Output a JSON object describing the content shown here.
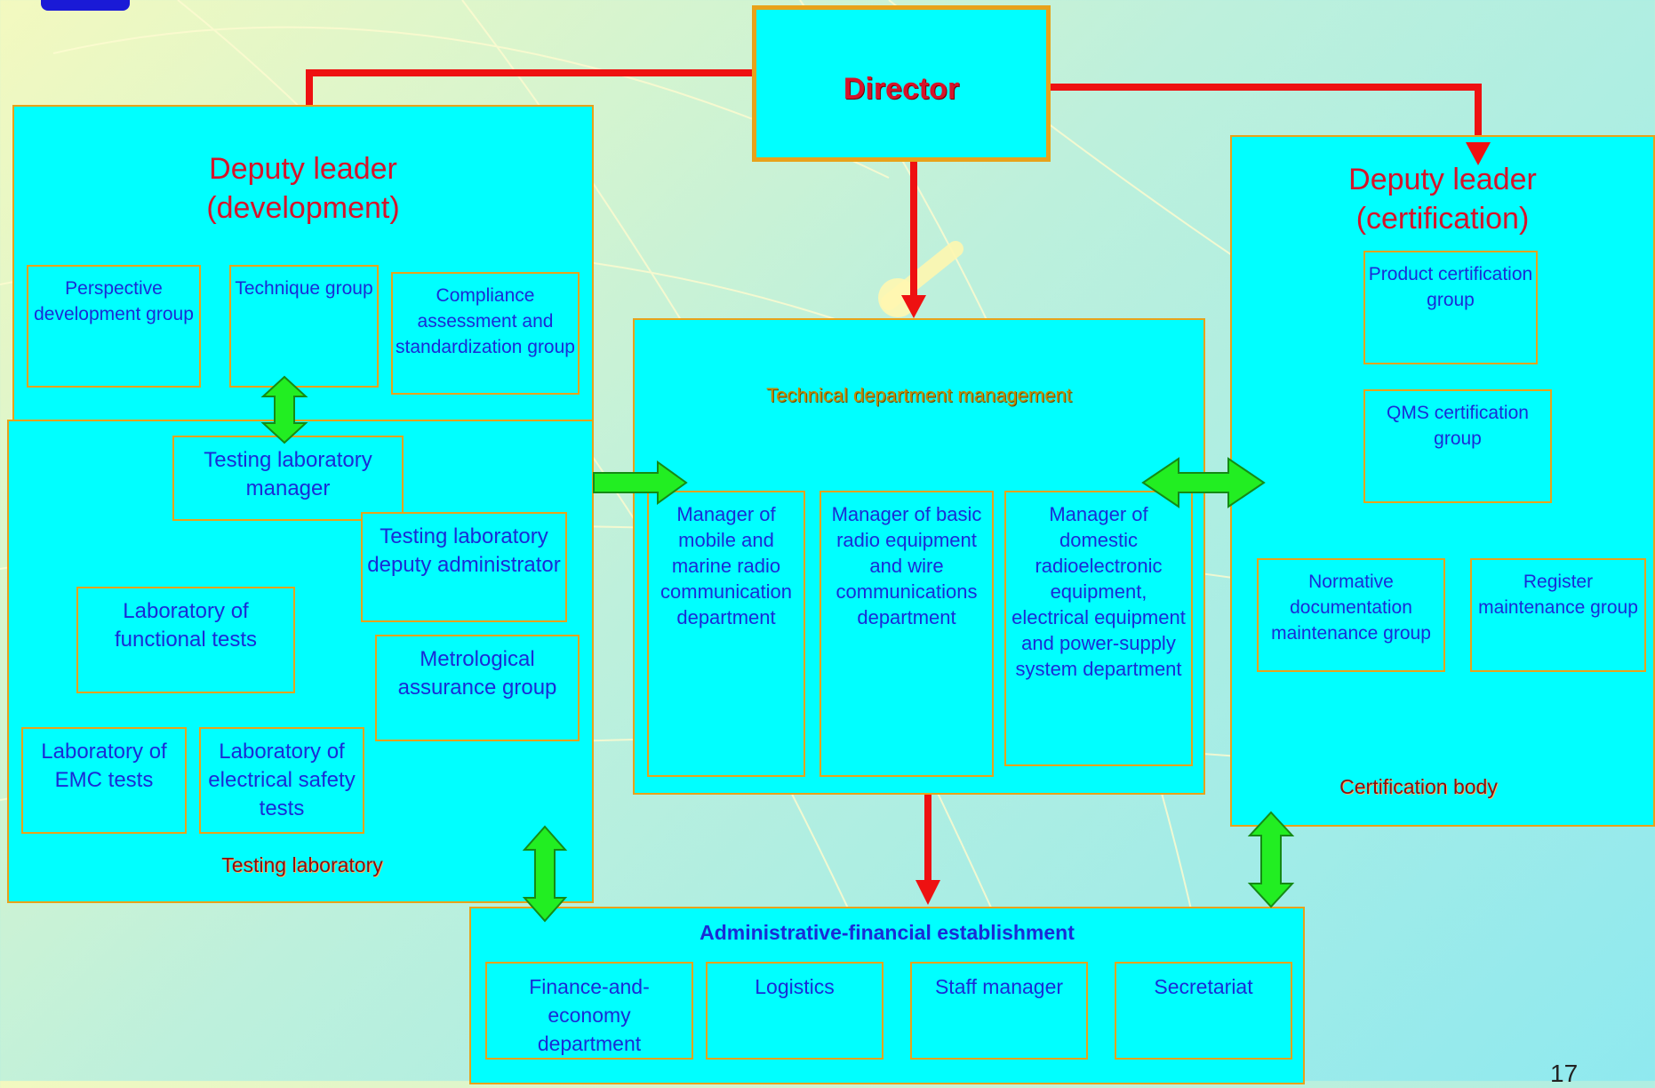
{
  "director": "Director",
  "dev": {
    "title_line1": "Deputy leader",
    "title_line2": "(development)",
    "perspective": "Perspective development group",
    "technique": "Technique group",
    "compliance": "Compliance assessment and standardization group"
  },
  "lab": {
    "manager": "Testing laboratory manager",
    "deputy": "Testing laboratory deputy administrator",
    "functional": "Laboratory of functional tests",
    "metrological": "Metrological assurance group",
    "emc": "Laboratory of EMC tests",
    "electrical": "Laboratory of electrical safety tests",
    "label": "Testing laboratory"
  },
  "tech": {
    "title": "Technical department management",
    "mobile": "Manager of mobile and marine radio communication department",
    "basic": "Manager of basic radio equipment and wire communications department",
    "domestic": "Manager of domestic radioelectronic equipment, electrical equipment and power-supply system department"
  },
  "cert": {
    "title_line1": "Deputy leader",
    "title_line2": "(certification)",
    "product": "Product certification group",
    "qms": "QMS certification group",
    "normative": "Normative documentation maintenance group",
    "register": "Register maintenance group",
    "label": "Certification body"
  },
  "admin": {
    "title": "Administrative-financial establishment",
    "finance": "Finance-and-economy department",
    "logistics": "Logistics",
    "staff": "Staff manager",
    "secretariat": "Secretariat"
  },
  "page_number": "17",
  "colors": {
    "box_fill": "#00ffff",
    "box_border": "#e8a21a",
    "connector": "#ee1111",
    "two_way_arrow": "#22ee22",
    "title_text": "#d6132a",
    "body_text": "#1a2bd6"
  }
}
